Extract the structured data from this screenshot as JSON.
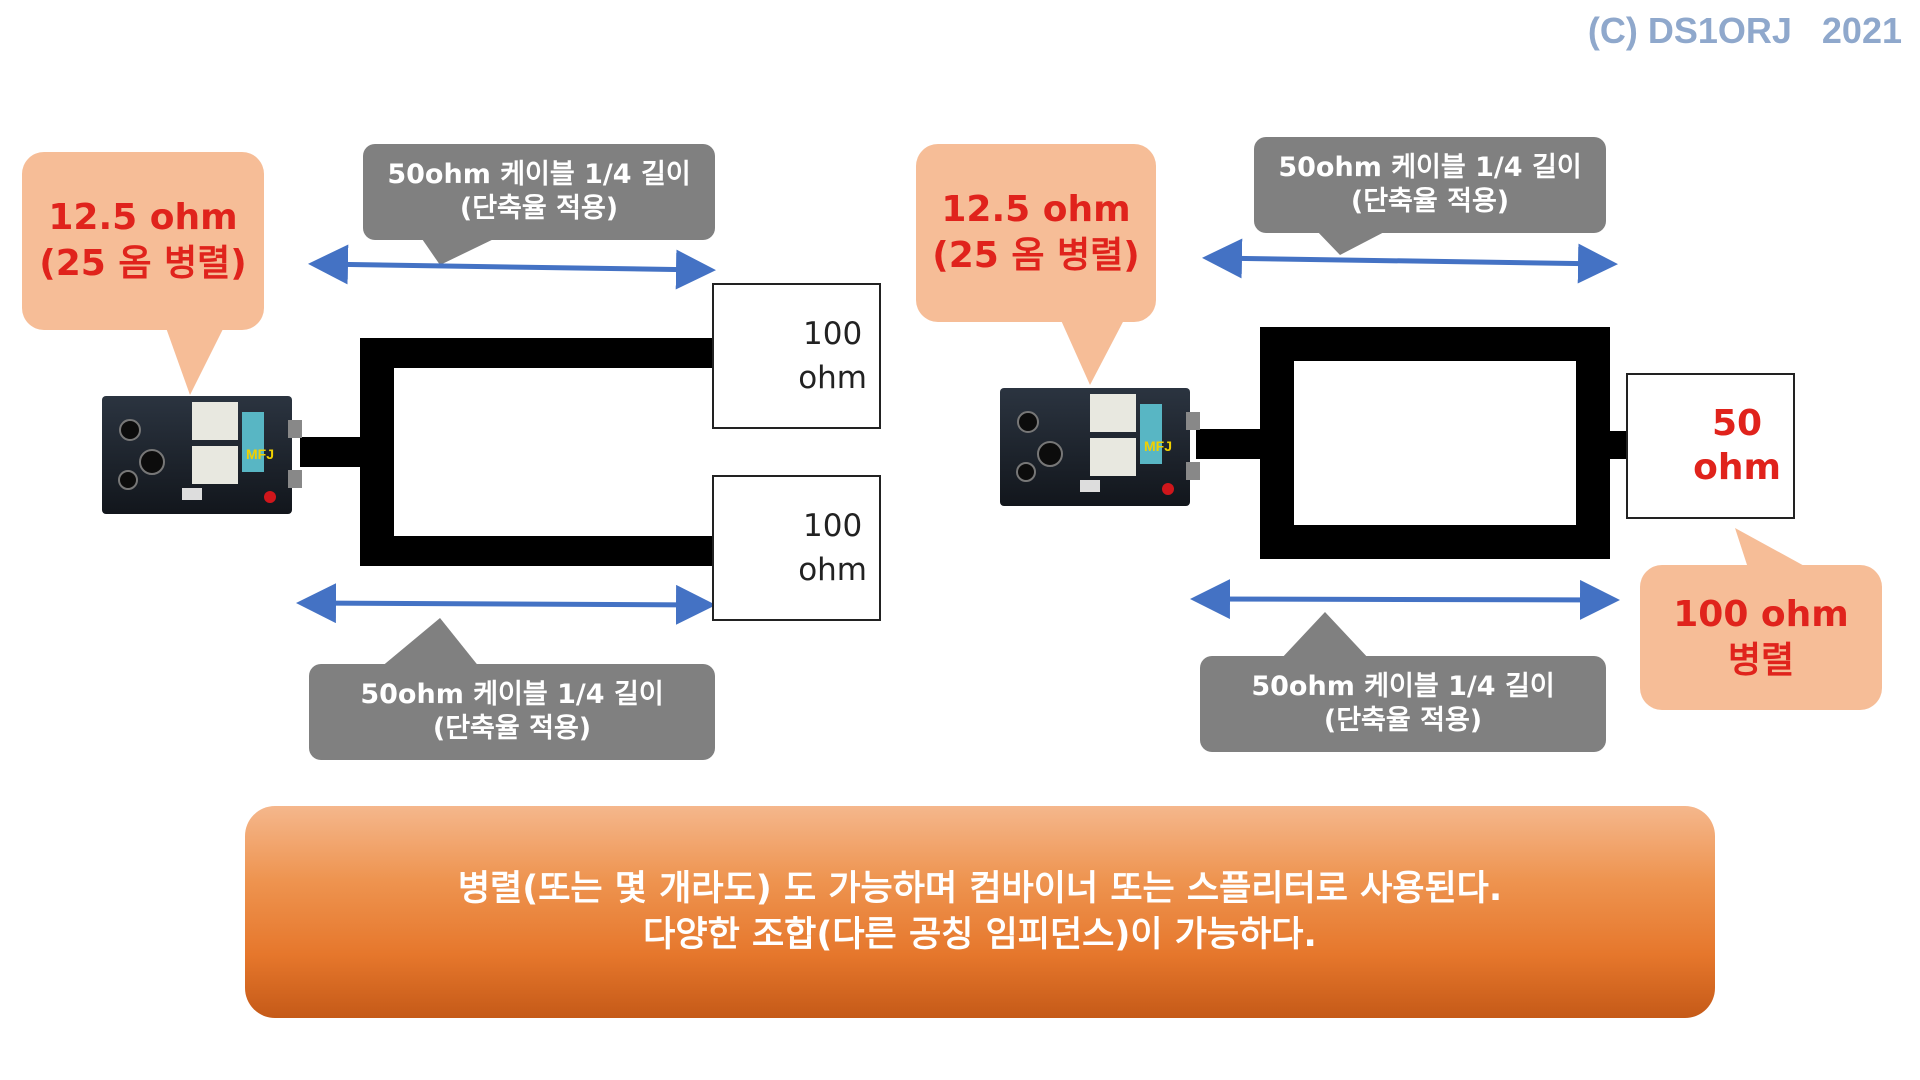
{
  "copyright": "(C) DS1ORJ   2021",
  "left": {
    "source_callout": [
      "12.5 ohm",
      "(25 옴 병렬)"
    ],
    "top_cable_label": [
      "50ohm 케이블 1/4 길이",
      "(단축율 적용)"
    ],
    "bottom_cable_label": [
      "50ohm 케이블 1/4 길이",
      "(단축율 적용)"
    ],
    "load_top": [
      "100",
      "ohm"
    ],
    "load_bottom": [
      "100",
      "ohm"
    ]
  },
  "right": {
    "source_callout": [
      "12.5 ohm",
      "(25 옴 병렬)"
    ],
    "top_cable_label": [
      "50ohm 케이블 1/4 길이",
      "(단축율 적용)"
    ],
    "bottom_cable_label": [
      "50ohm 케이블 1/4 길이",
      "(단축율 적용)"
    ],
    "load": [
      "50",
      "ohm"
    ],
    "load_callout": [
      "100 ohm",
      "병렬"
    ]
  },
  "device_brand": "MFJ",
  "banner": [
    "병렬(또는 몇 개라도) 도 가능하며 컴바이너 또는 스플리터로 사용된다.",
    "다양한 조합(다른 공칭 임피던스)이 가능하다."
  ],
  "colors": {
    "arrow": "#4472c4",
    "callout_fill": "#f6bd97",
    "callout_text": "#e0231c",
    "label_fill": "#808080",
    "cable": "#000000"
  }
}
